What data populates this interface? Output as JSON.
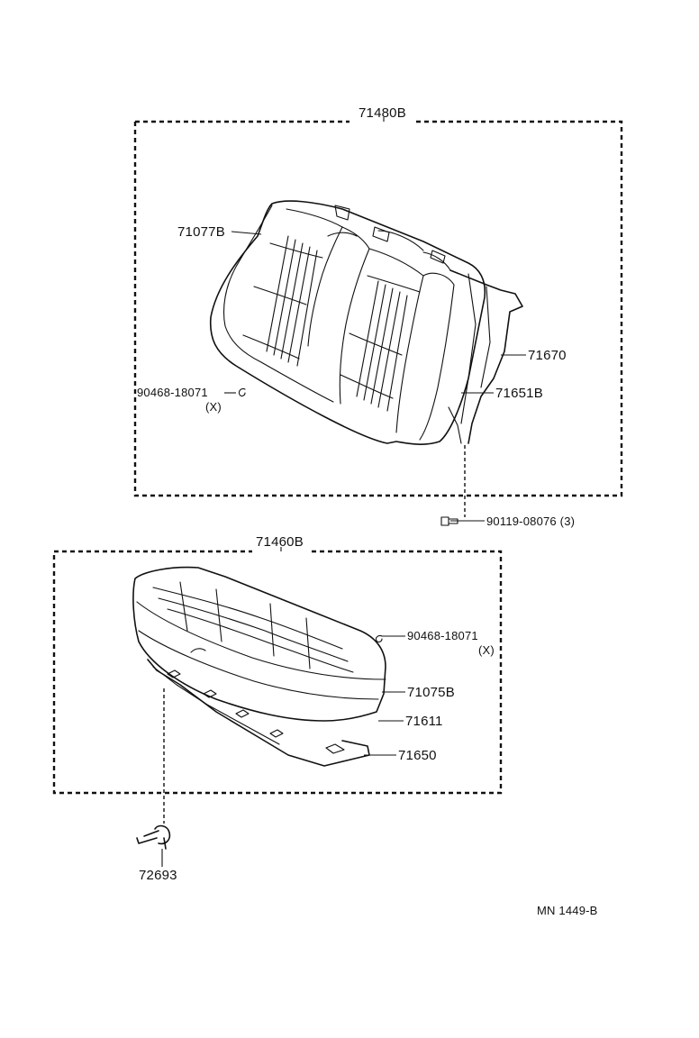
{
  "groups": {
    "backrest": {
      "assembly_label": "71480B"
    },
    "cushion": {
      "assembly_label": "71460B"
    }
  },
  "parts": {
    "backrest_cover": "71077B",
    "backrest_pad": "71670",
    "backrest_frame": "71651B",
    "backrest_hog_ring": {
      "number": "90468-18071",
      "note": "(X)"
    },
    "backrest_bolt": "90119-08076 (3)",
    "cushion_hog_ring": {
      "number": "90468-18071",
      "note": "(X)"
    },
    "cushion_cover": "71075B",
    "cushion_pad": "71611",
    "cushion_frame": "71650",
    "key": "72693"
  },
  "diagram_code": "MN 1449-B"
}
